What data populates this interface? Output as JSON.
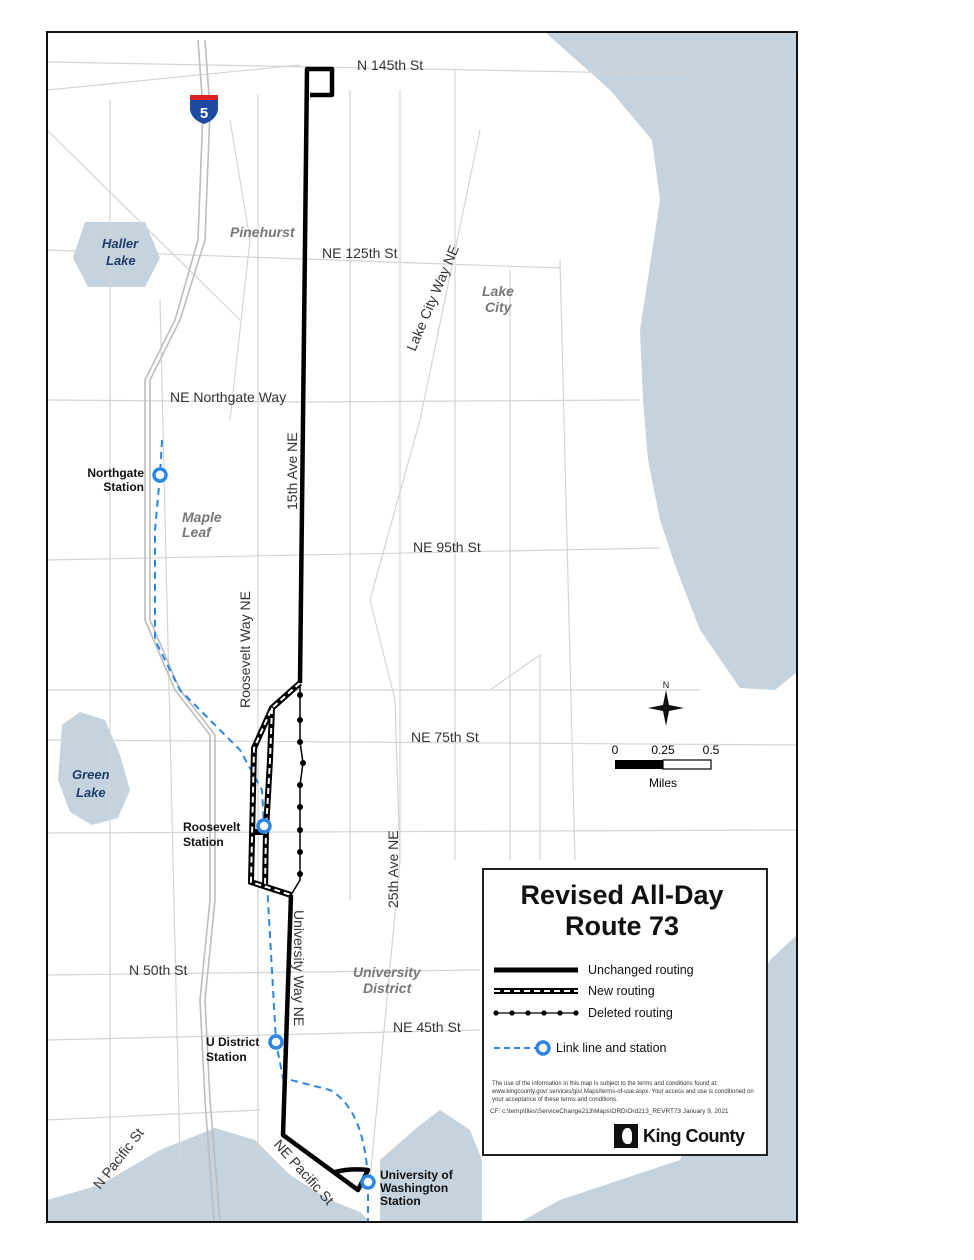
{
  "map": {
    "streets": {
      "n145": "N 145th St",
      "ne125": "NE 125th St",
      "lake_city_way": "Lake City Way NE",
      "northgate_way": "NE Northgate Way",
      "ave15": "15th Ave NE",
      "ne95": "NE 95th St",
      "roosevelt_way": "Roosevelt Way NE",
      "ne75": "NE 75th St",
      "ave25": "25th Ave NE",
      "n50": "N 50th St",
      "university_way": "University Way NE",
      "ne45": "NE 45th St",
      "n_pacific": "N Pacific St",
      "ne_pacific": "NE Pacific St"
    },
    "highway_shield": "5",
    "neighborhoods": {
      "pinehurst": "Pinehurst",
      "lake_city": [
        "Lake",
        "City"
      ],
      "maple_leaf": [
        "Maple",
        "Leaf"
      ],
      "university_district": [
        "University",
        "District"
      ]
    },
    "lakes": {
      "haller": [
        "Haller",
        "Lake"
      ],
      "green": [
        "Green",
        "Lake"
      ]
    },
    "stations": {
      "northgate": [
        "Northgate",
        "Station"
      ],
      "roosevelt": [
        "Roosevelt",
        "Station"
      ],
      "u_district": [
        "U District",
        "Station"
      ],
      "uw": [
        "University of",
        "Washington",
        "Station"
      ]
    },
    "north_arrow": "N",
    "scale": {
      "ticks": [
        "0",
        "0.25",
        "0.5"
      ],
      "unit": "Miles"
    }
  },
  "legend": {
    "title": [
      "Revised All-Day",
      "Route 73"
    ],
    "items": [
      {
        "label": "Unchanged routing"
      },
      {
        "label": "New routing"
      },
      {
        "label": "Deleted routing"
      },
      {
        "label": "Link line and station"
      }
    ],
    "disclaimer": "The use of the information in this map is subject to the terms and conditions found at: www.kingcounty.gov/ services/gis/ Maps/terms-of-use.aspx. Your access and use is conditioned on your acceptance of these terms and conditions.",
    "cf": "CF: c:\\temp\\files\\ServiceChange213\\Maps\\ORD\\Ord213_REVRT73  January 9, 2021",
    "agency": "King County"
  },
  "colors": {
    "water": "#c5d3de",
    "route": "#000000",
    "link": "#2b86e6",
    "road": "#d4d4d4"
  }
}
